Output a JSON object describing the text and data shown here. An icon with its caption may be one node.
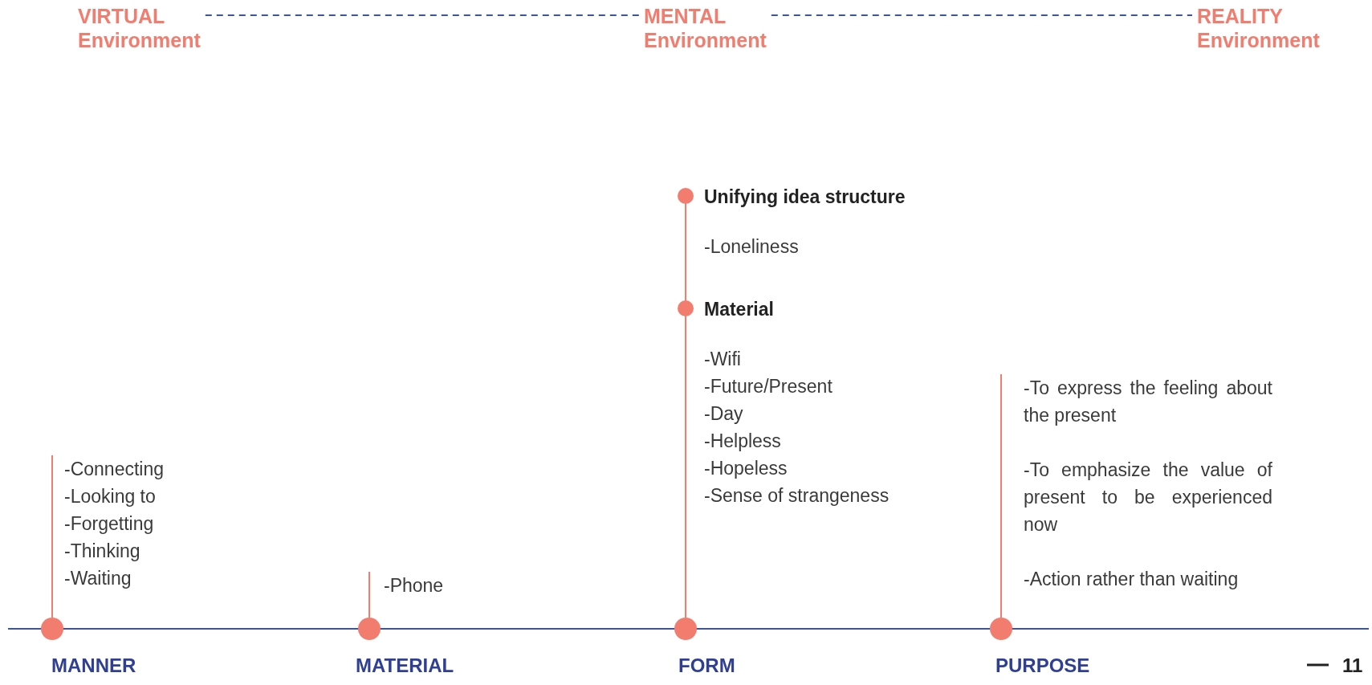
{
  "diagram": {
    "nodes": [
      {
        "text": [
          "VIRTUAL Environment"
        ]
      },
      {
        "text": [
          "MENTAL Environment"
        ]
      },
      {
        "text": [
          "REALITY Environment"
        ]
      },
      {
        "text": [],
        "shape": "circle",
        "beside": [
          "MANNER"
        ]
      },
      {
        "text": [],
        "shape": "circle",
        "beside": [
          "MATERIAL"
        ]
      },
      {
        "text": [],
        "shape": "circle",
        "beside": [
          "FORM"
        ]
      },
      {
        "text": [],
        "shape": "circle",
        "beside": [
          "PURPOSE"
        ]
      },
      {
        "text": [
          "-Connecting",
          "-Looking to",
          "-Forgetting",
          "-Thinking",
          "-Waiting"
        ]
      },
      {
        "text": [
          "-Phone"
        ]
      },
      {
        "text": [
          "Unifying idea structure",
          "-Loneliness"
        ]
      },
      {
        "text": [
          "Material",
          "-Wifi",
          "-Future/Present",
          "-Day",
          "-Helpless",
          "-Hopeless",
          "-Sense of strangeness"
        ]
      },
      {
        "text": [
          "-To express the feeling about the present",
          "-To emphasize the value of present to be experienced now",
          "-Action rather than waiting"
        ]
      }
    ],
    "edges": [
      {
        "from": 0,
        "to": 1,
        "arrow": "none",
        "style": "dashed",
        "color": "#3d55a0"
      },
      {
        "from": 1,
        "to": 2,
        "arrow": "none",
        "style": "dashed",
        "color": "#3d55a0"
      },
      {
        "from": 3,
        "to": 7,
        "arrow": "none"
      },
      {
        "from": 4,
        "to": 8,
        "arrow": "none"
      },
      {
        "from": 9,
        "to": 10,
        "arrow": "other"
      },
      {
        "from": 10,
        "to": 5,
        "arrow": "none"
      },
      {
        "from": 6,
        "to": 11,
        "arrow": "none"
      }
    ],
    "labels": [
      "11"
    ]
  }
}
